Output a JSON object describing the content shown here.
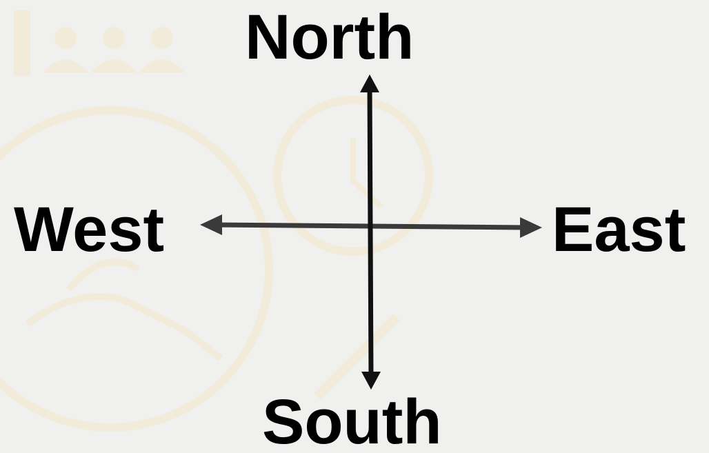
{
  "compass": {
    "north": "North",
    "south": "South",
    "west": "West",
    "east": "East"
  },
  "colors": {
    "background": "#f0f0ee",
    "watermark": "#f3ebd9",
    "vertical_arrow": "#111111",
    "horizontal_arrow": "#3a3a3a",
    "label_text": "#000000"
  },
  "watermark_icons": [
    "people-icon",
    "clock-icon",
    "pencil-icon",
    "hand-icon",
    "circle-frame-icon"
  ]
}
